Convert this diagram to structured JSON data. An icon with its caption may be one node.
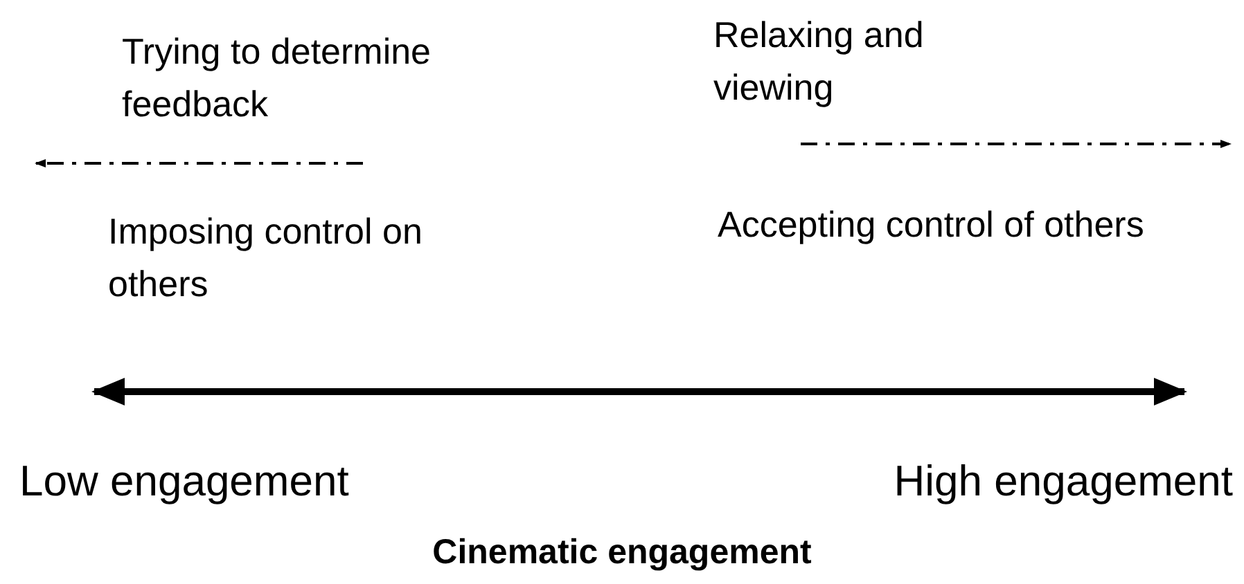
{
  "diagram": {
    "caption": "Cinematic engagement",
    "labels": [
      "Trying to determine feedback",
      "Relaxing and viewing",
      "Imposing control on others",
      "Accepting control of others",
      "Low engagement",
      "High engagement"
    ]
  }
}
